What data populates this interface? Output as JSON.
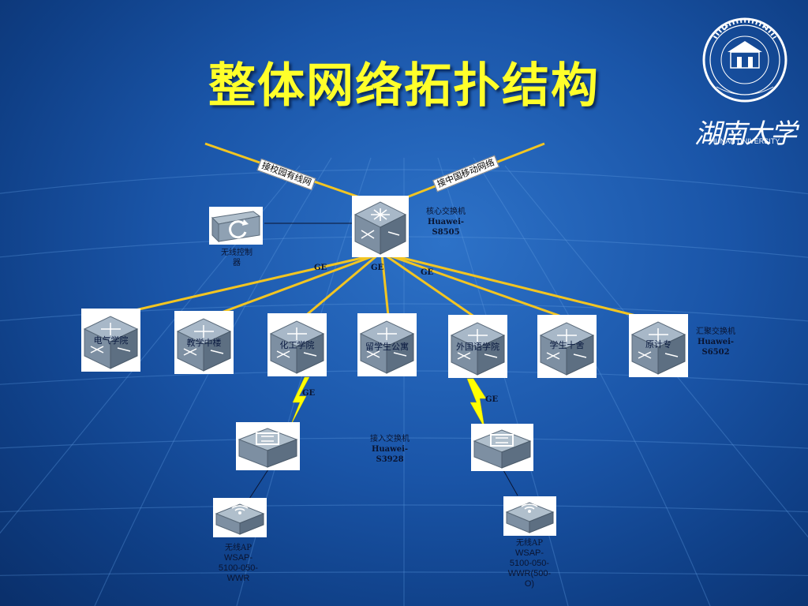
{
  "title": "整体网络拓扑结构",
  "logo": {
    "brush_text": "湖南大学",
    "english": "HUNAN UNIVERSITY",
    "seal_text": "HUNAN UNIVERSITY"
  },
  "uplinks": {
    "left": "接校园有线网",
    "right": "接中国移动网络"
  },
  "core": {
    "label": "核心交换机",
    "model_a": "Huawei-",
    "model_b": "S8505"
  },
  "wireless_controller": {
    "label_a": "无线控制",
    "label_b": "器"
  },
  "ge": "GE",
  "aggregation": {
    "label": "汇聚交换机",
    "model_a": "Huawei-",
    "model_b": "S6502"
  },
  "buildings": [
    "电气学院",
    "教学中楼",
    "化工学院",
    "留学生公寓",
    "外国语学院",
    "学生十舍",
    "原计专"
  ],
  "access": {
    "label": "接入交换机",
    "model_a": "Huawei-",
    "model_b": "S3928"
  },
  "ap_left": {
    "label": "无线AP",
    "m1": "WSAP-",
    "m2": "5100-050-",
    "m3": "WWR"
  },
  "ap_right": {
    "label": "无线AP",
    "m1": "WSAP-",
    "m2": "5100-050-",
    "m3": "WWR(500-",
    "m4": "O)"
  },
  "colors": {
    "title": "#ffff2a",
    "link": "#f2c522",
    "background": "#1a55a8"
  }
}
